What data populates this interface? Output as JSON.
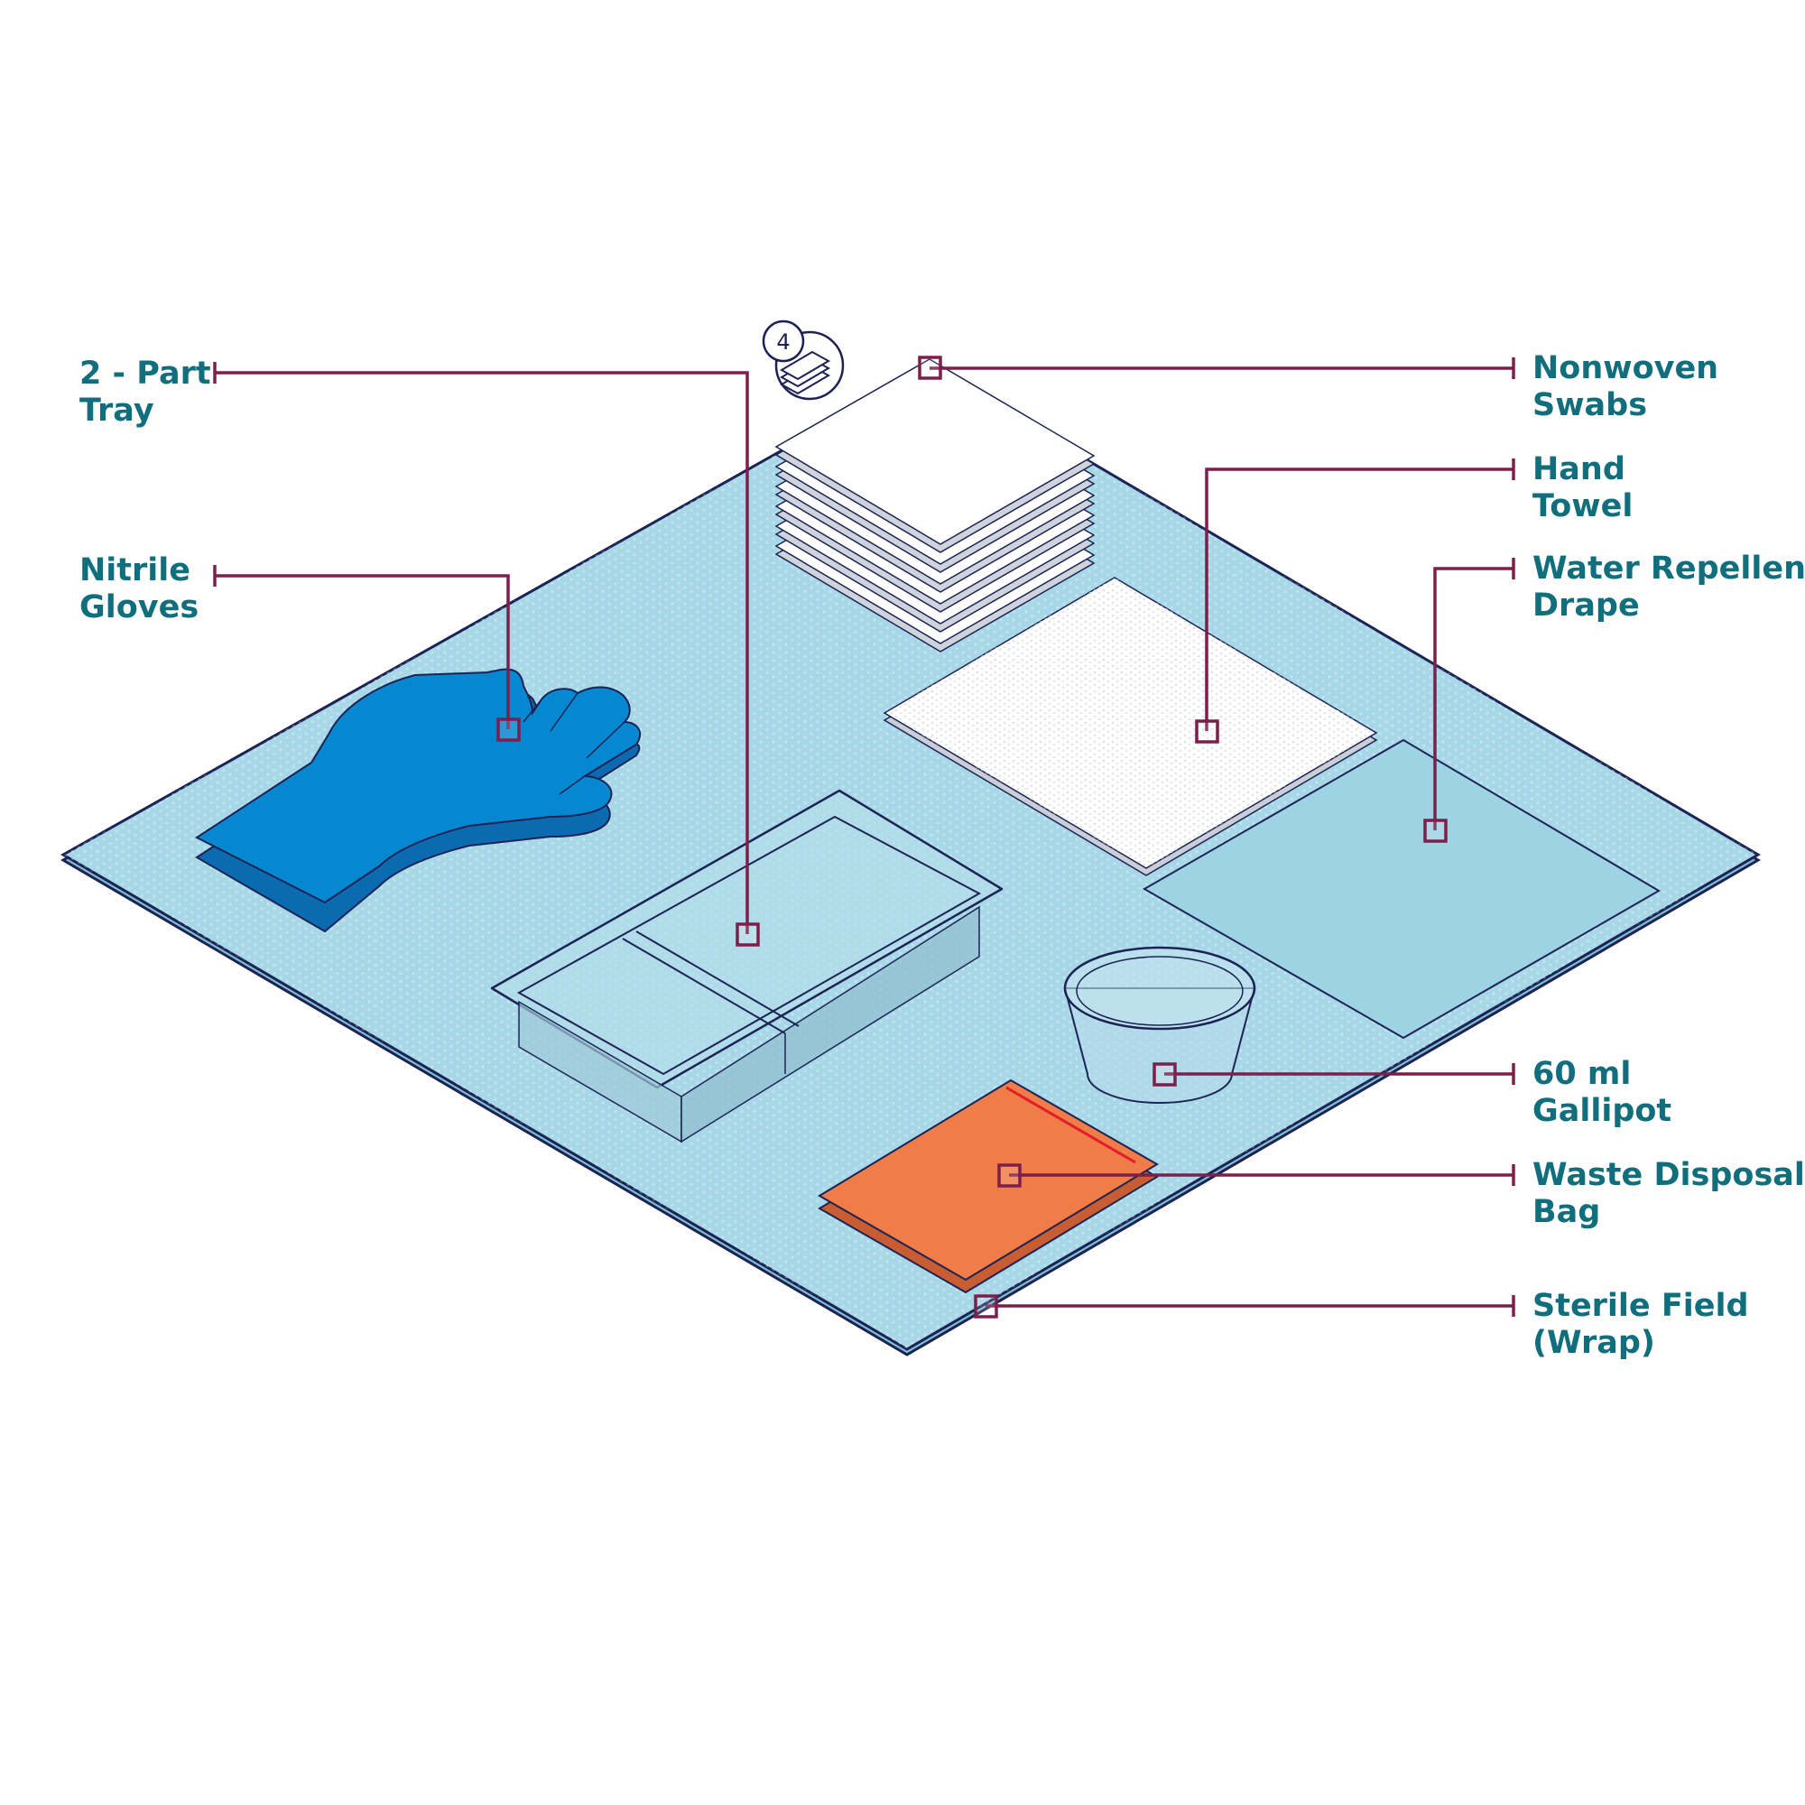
{
  "colors": {
    "field": "#a8d8e8",
    "field_border": "#1c2354",
    "leader": "#7d1f4a",
    "label_text": "#116e7c",
    "glove": "#0688d0",
    "glove_dark": "#0c6ab0",
    "bag": "#f07c48",
    "bag_stripe": "#e41d2a",
    "drape": "#9ed3e3",
    "swab": "#ffffff"
  },
  "badge": {
    "count": "4",
    "icon": "swab-stack-icon"
  },
  "callouts": [
    {
      "id": "tray",
      "lines": [
        "2 - Part",
        "Tray"
      ]
    },
    {
      "id": "gloves",
      "lines": [
        "Nitrile",
        "Gloves"
      ]
    },
    {
      "id": "swabs",
      "lines": [
        "Nonwoven",
        "Swabs"
      ]
    },
    {
      "id": "towel",
      "lines": [
        "Hand",
        "Towel"
      ]
    },
    {
      "id": "drape",
      "lines": [
        "Water Repellent",
        "Drape"
      ]
    },
    {
      "id": "gallipot",
      "lines": [
        "60 ml",
        "Gallipot"
      ]
    },
    {
      "id": "bag",
      "lines": [
        "Waste Disposal",
        "Bag"
      ]
    },
    {
      "id": "field",
      "lines": [
        "Sterile Field",
        "(Wrap)"
      ]
    }
  ]
}
